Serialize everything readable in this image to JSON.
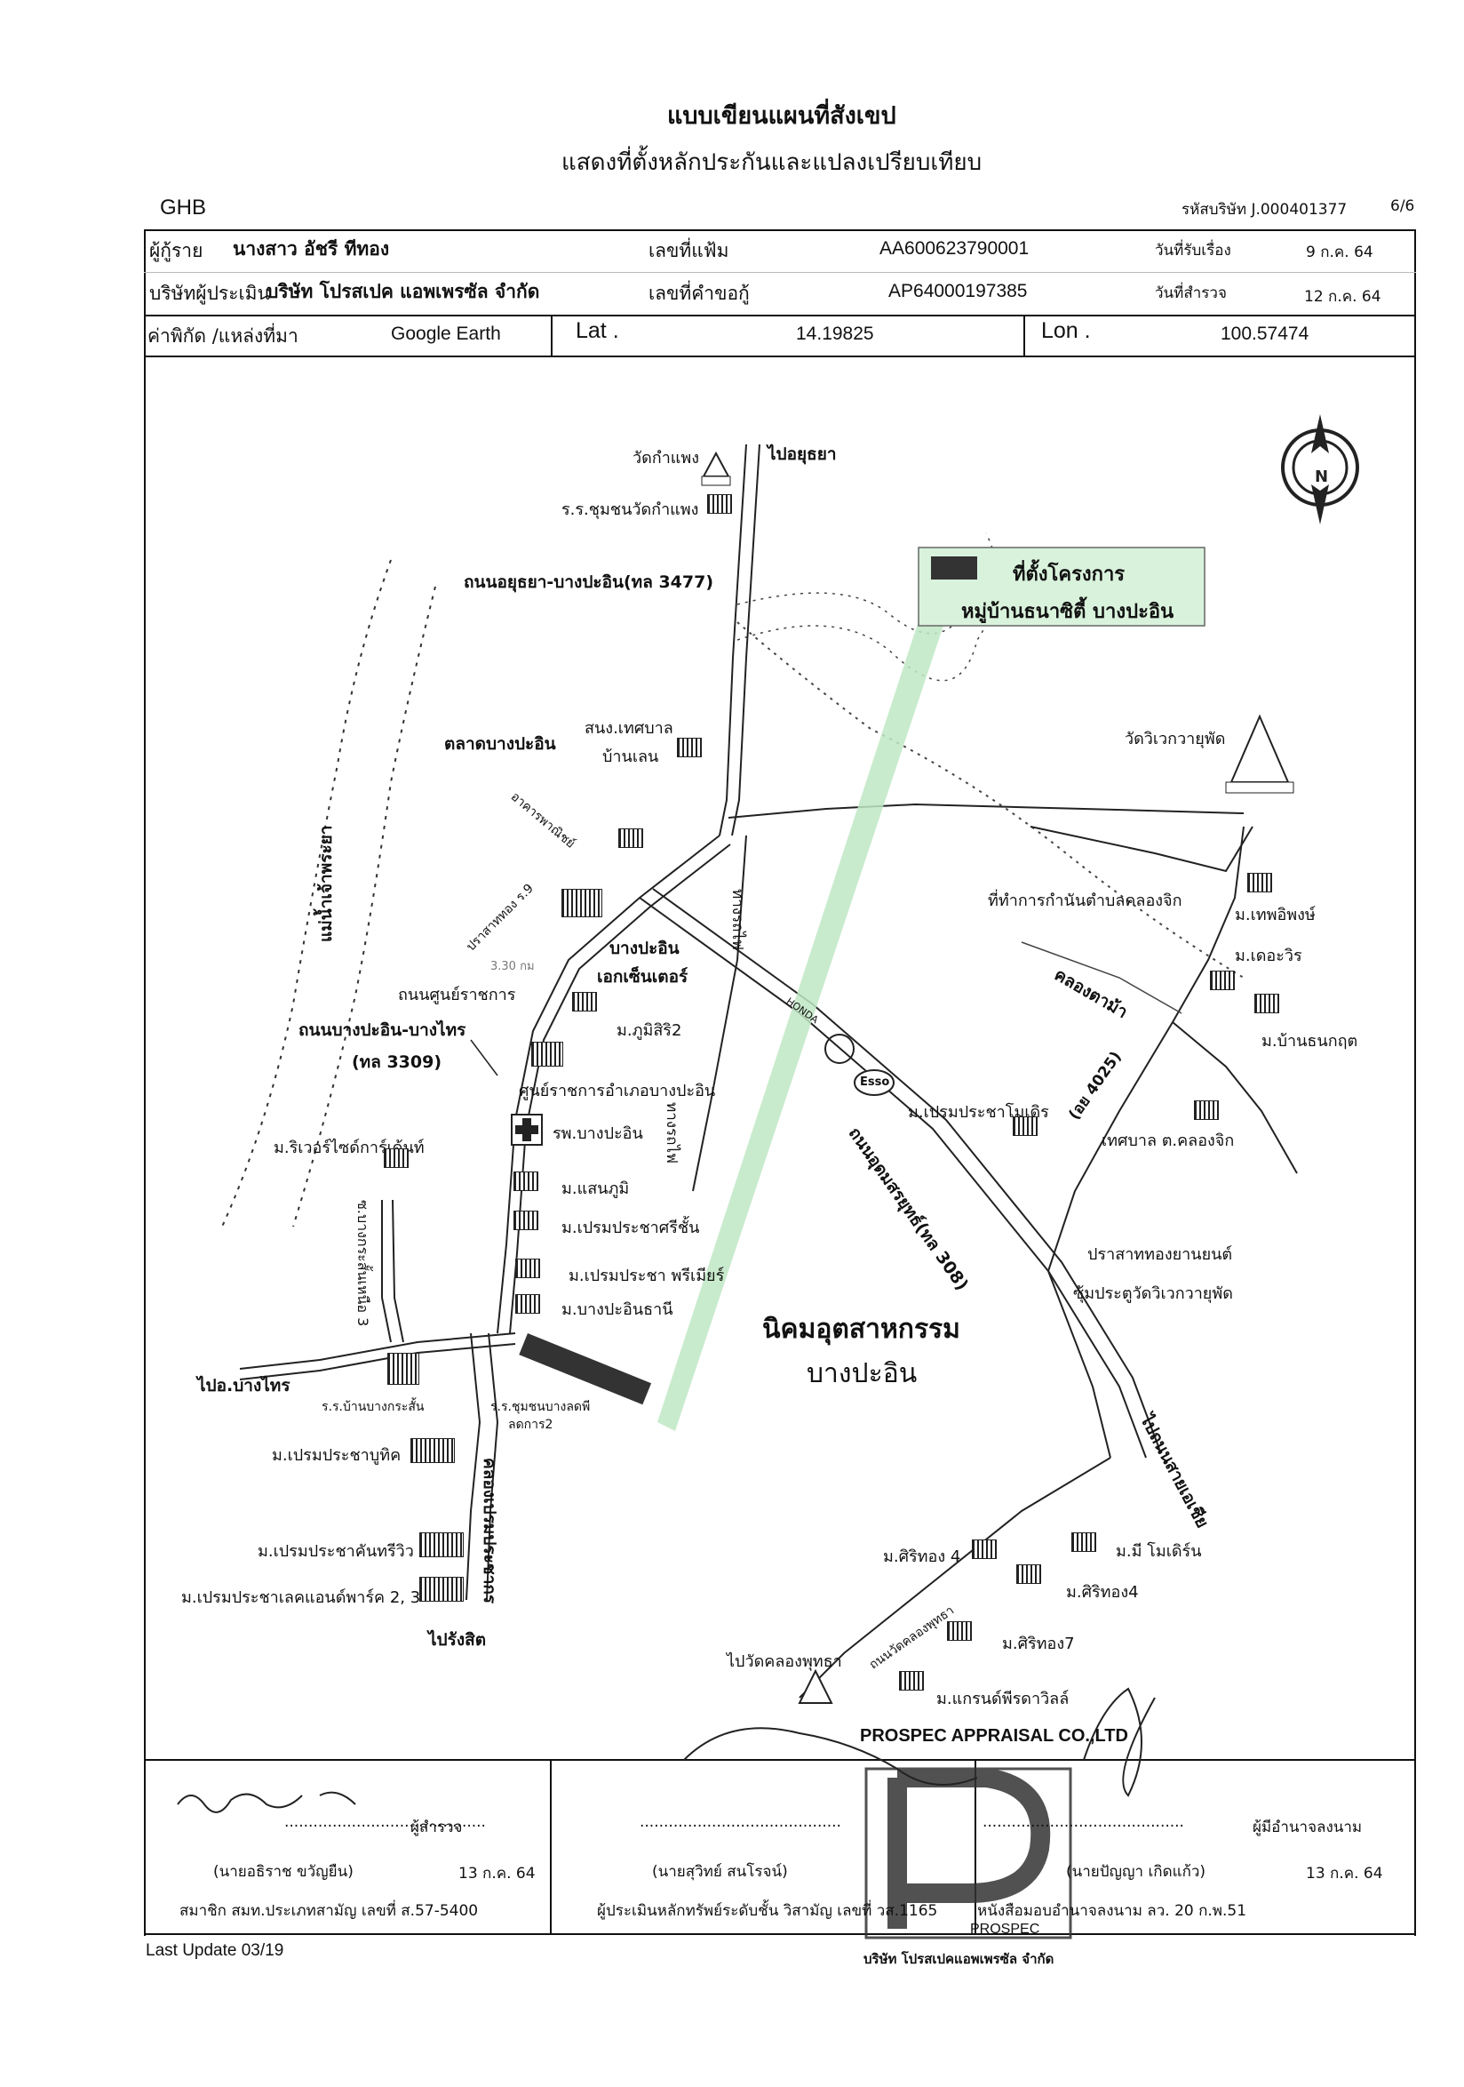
{
  "document": {
    "title": "แบบเขียนแผนที่สังเขป",
    "subtitle": "แสดงที่ตั้งหลักประกันและแปลงเปรียบเทียบ",
    "bank": "GHB",
    "company_code": "รหัสบริษัท J.000401377",
    "page_number": "6/6",
    "footer_update": "Last Update 03/19"
  },
  "header_rows": {
    "borrower_label": "ผู้กู้ราย",
    "borrower_value": "นางสาว อัชรี ทีทอง",
    "file_no_label": "เลขที่แฟ้ม",
    "file_no_value": "AA600623790001",
    "received_date_label": "วันที่รับเรื่อง",
    "received_date_value": "9 ก.ค. 64",
    "appraiser_label": "บริษัทผู้ประเมิน",
    "appraiser_value": "บริษัท โปรสเปค แอพเพรซัล จำกัด",
    "loan_no_label": "เลขที่คำขอกู้",
    "loan_no_value": "AP64000197385",
    "survey_date_label": "วันที่สำรวจ",
    "survey_date_value": "12 ก.ค. 64",
    "coord_label": "ค่าพิกัด /แหล่งที่มา",
    "coord_source": "Google Earth",
    "lat_label": "Lat .",
    "lat_value": "14.19825",
    "lon_label": "Lon .",
    "lon_value": "100.57474"
  },
  "map": {
    "legend_project": "ที่ตั้งโครงการ",
    "legend_village": "หมู่บ้านธนาซิตี้ บางปะอิน",
    "compass": "N",
    "labels": {
      "wat_kamphaeng": "วัดกำแพง",
      "to_ayutthaya": "ไปอยุธยา",
      "school_kamphaeng": "ร.ร.ชุมชนวัดกำแพง",
      "road_3477": "ถนนอยุธยา-บางปะอิน(ทล 3477)",
      "bangpain_market": "ตลาดบางปะอิน",
      "stadium": "สนง.เทศบาล",
      "ban_len": "บ้านเลน",
      "wat_wiwek": "วัดวิเวกวายุพัด",
      "chao_phraya": "แม่น้ำเจ้าพระยา",
      "prasat_9": "ปราสาททอง ร.9",
      "bank_building": "อาคารพาณิชย์",
      "railway_1": "ทางรถไฟ",
      "railway_2": "ทางรถไฟ",
      "kamnan_office": "ที่ทำการกำนันตำบลคลองจิก",
      "m_thep": "ม.เทพอิพงษ์",
      "m_deora": "ม.เดอะวิร",
      "klong_tama": "คลองตาม้า",
      "m_ban_thanakrit": "ม.บ้านธนกฤต",
      "route_4025": "(อย 4025)",
      "bangpain_center_1": "บางปะอิน",
      "bangpain_center_2": "เอกเซ็นเตอร์",
      "distance": "3.30 กม",
      "gov_road": "ถนนศูนย์ราชการ",
      "road_3309_1": "ถนนบางปะอิน-บางไทร",
      "road_3309_2": "(ทล 3309)",
      "m_phumsiri": "ม.ภูมิสิริ2",
      "gov_center": "ศูนย์ราชการอำเภอบางปะอิน",
      "m_premprachasamosorn": "ม.เปรมประชาโมเดิร",
      "tessaban_klongjik": "เทศบาล ต.คลองจิก",
      "hospital": "รพ.บางปะอิน",
      "m_river": "ม.ริเวอร์ไซด์การ์เด้นท์",
      "m_saenphumi": "ม.แสนภูมิ",
      "m_premprachasri": "ม.เปรมประชาศรีชั้น",
      "m_premprachapremier": "ม.เปรมประชา พรีเมียร์",
      "m_bangpainthani": "ม.บางปะอินธานี",
      "road_udom": "ถนนอุดมสรยุทธ์(ทล 308)",
      "prasat_thong": "ปราสาททองยานยนต์",
      "school_wiwek": "ซุ้มประตูวัดวิเวกวายุพัด",
      "soi_bangkrasan": "ซ.บางกระสั้นเหนือ 3",
      "to_bangsai": "ไปอ.บางไทร",
      "school_bangkrasan": "ร.ร.บ้านบางกระสั้น",
      "school_2": "ร.ร.ชุมชนบางลดพี",
      "school_2b": "ลดการ2",
      "industrial_1": "นิคมอุตสาหกรรม",
      "industrial_2": "บางปะอิน",
      "m_premprachabutik": "ม.เปรมประชาบูทิค",
      "to_asia": "ไปถนนสายเอเชีย",
      "canal_premprachakorn": "คลองเปรมประชากร",
      "m_premprachacountry": "ม.เปรมประชาคันทรีวิว",
      "m_sirithong4a": "ม.ศิริทอง 4",
      "m_mimodern": "ม.มี โมเดิร์น",
      "m_sirithong4b": "ม.ศิริทอง4",
      "m_premprachalake": "ม.เปรมประชาเลคแอนด์พาร์ค 2, 3",
      "to_rangsit": "ไปรังสิต",
      "road_klong_buddha": "ถนนวัดคลองพุทธา",
      "m_sirithong7": "ม.ศิริทอง7",
      "to_wat_klong_buddha": "ไปวัดคลองพุทธา",
      "m_grand": "ม.แกรนด์พีรดาวิลล์",
      "honda": "HONDA",
      "esso": "Esso"
    }
  },
  "signatures": {
    "inspector_role": "ผู้สำรวจ",
    "inspector_name": "(นายอธิราช ขวัญยืน)",
    "inspector_date": "13 ก.ค. 64",
    "inspector_member": "สมาชิก สมท.ประเภทสามัญ เลขที่ ส.57-5400",
    "appraiser_name": "(นายสุวิทย์ สนโรจน์)",
    "appraiser_desc": "ผู้ประเมินหลักทรัพย์ระดับชั้น วิสามัญ เลขที่ วส.1165",
    "authorized_role": "ผู้มีอำนาจลงนาม",
    "authorized_name": "(นายปัญญา เกิดแก้ว)",
    "authorized_date": "13 ก.ค. 64",
    "authorized_letter": "หนังสือมอบอำนาจลงนาม ลว. 20 ก.พ.51",
    "dots": "..........................................",
    "stamp_top": "PROSPEC APPRAISAL CO.,LTD",
    "stamp_bottom": "บริษัท โปรสเปคแอพเพรซัล จำกัด",
    "stamp_mid": "PROSPEC"
  }
}
